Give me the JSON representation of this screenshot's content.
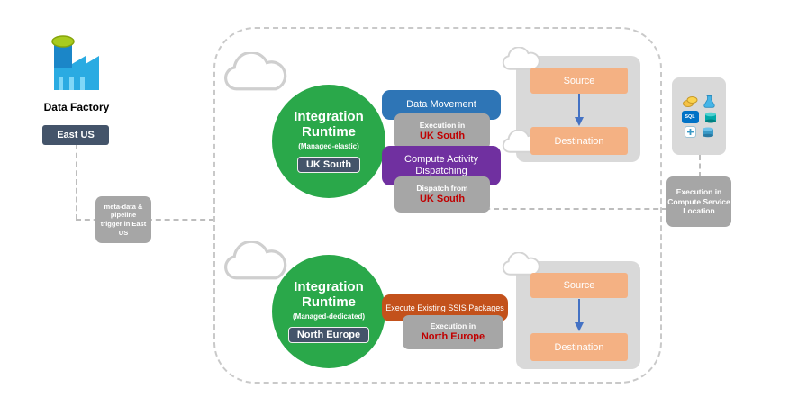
{
  "data_factory": {
    "title": "Data Factory",
    "region": "East US"
  },
  "pipeline_note": {
    "line1": "meta-data &",
    "line2": "pipeline",
    "line3": "trigger in East",
    "line4": "US"
  },
  "runtime_top": {
    "title1": "Integration",
    "title2": "Runtime",
    "mode": "(Managed-elastic)",
    "region": "UK South",
    "data_movement": {
      "label": "Data Movement",
      "note_prefix": "Execution in",
      "note_region": "UK South"
    },
    "dispatch": {
      "label1": "Compute Activity",
      "label2": "Dispatching",
      "note_prefix": "Dispatch from",
      "note_region": "UK South"
    },
    "store": {
      "source": "Source",
      "destination": "Destination"
    }
  },
  "runtime_bottom": {
    "title1": "Integration",
    "title2": "Runtime",
    "mode": "(Managed-dedicated)",
    "region": "North Europe",
    "ssis": {
      "label": "Execute Existing SSIS Packages",
      "note_prefix": "Execution in",
      "note_region": "North Europe"
    },
    "store": {
      "source": "Source",
      "destination": "Destination"
    }
  },
  "compute_services": {
    "sql_label": "SQL",
    "note_line1": "Execution in",
    "note_line2": "Compute Service",
    "note_line3": "Location"
  },
  "colors": {
    "runtime_green": "#2aa84a",
    "data_movement_blue": "#2e75b6",
    "dispatch_purple": "#7030a0",
    "ssis_orange": "#c35116",
    "store_peach": "#f4b183",
    "note_gray": "#a6a6a6",
    "region_slate": "#44546a",
    "highlight_red": "#c00000",
    "arrow_blue": "#4472c4"
  }
}
